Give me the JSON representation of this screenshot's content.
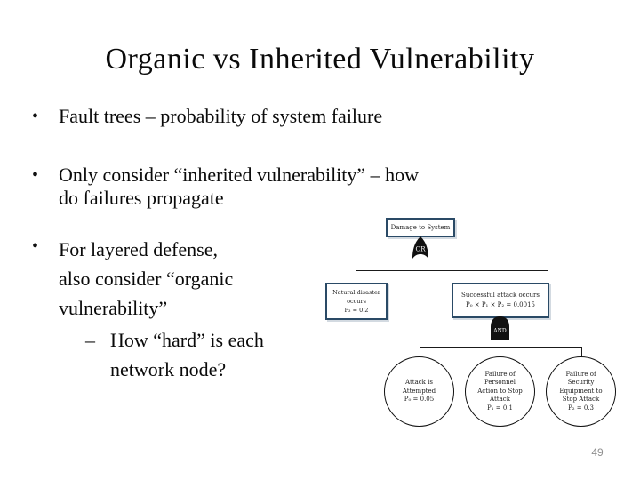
{
  "slide": {
    "title": "Organic vs Inherited Vulnerability",
    "page_number": "49"
  },
  "bullets": {
    "marker": "•",
    "sub_marker": "–",
    "b1": "Fault trees – probability of system failure",
    "b2": "Only consider “inherited vulnerability” – how\ndo failures propagate",
    "b3": "For layered defense,\nalso consider “organic\nvulnerability”",
    "b3_sub": "How “hard” is each\nnetwork node?"
  },
  "diagram": {
    "type": "fault-tree",
    "colors": {
      "box_border": "#2a4a66",
      "gate_fill": "#111111",
      "connector_line": "#1a1a1a",
      "page_number_gray": "#8f8f8f"
    },
    "or_gate": "OR",
    "and_gate": "AND",
    "top_event": {
      "lines": [
        "Damage to System"
      ]
    },
    "natural_disaster": {
      "lines": [
        "Natural disaster",
        "occurs",
        "P₃ = 0.2"
      ]
    },
    "successful_attack": {
      "lines": [
        "Successful attack occurs",
        "P₀ × P₁ × P₂ = 0.0015"
      ]
    },
    "attack_attempted": {
      "lines": [
        "Attack is",
        "Attempted",
        "P₀ = 0.05"
      ]
    },
    "personnel_failure": {
      "lines": [
        "Failure of",
        "Personnel",
        "Action to Stop",
        "Attack",
        "P₁ = 0.1"
      ]
    },
    "equipment_failure": {
      "lines": [
        "Failure of",
        "Security",
        "Equipment to",
        "Stop Attack",
        "P₂ = 0.3"
      ]
    }
  }
}
